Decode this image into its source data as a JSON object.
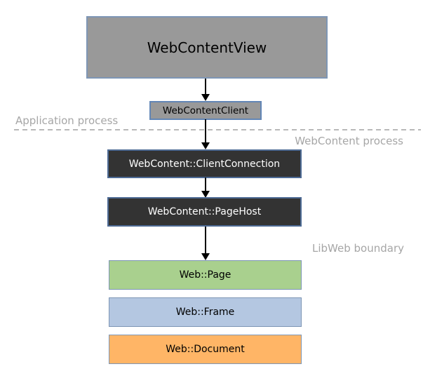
{
  "diagram": {
    "nodes": {
      "web_content_view": {
        "label": "WebContentView",
        "fill": "#999999",
        "border": "#7e96b5",
        "text_color": "#000000"
      },
      "web_content_client": {
        "label": "WebContentClient",
        "fill": "#999999",
        "border": "#6286b6",
        "text_color": "#000000"
      },
      "client_connection": {
        "label": "WebContent::ClientConnection",
        "fill": "#333333",
        "border": "#4d6a94",
        "text_color": "#ffffff"
      },
      "page_host": {
        "label": "WebContent::PageHost",
        "fill": "#333333",
        "border": "#4d6a94",
        "text_color": "#ffffff"
      },
      "web_page": {
        "label": "Web::Page",
        "fill": "#a9d08e",
        "border": "#7e96b5",
        "text_color": "#000000"
      },
      "web_frame": {
        "label": "Web::Frame",
        "fill": "#b4c7e1",
        "border": "#7e96b5",
        "text_color": "#000000"
      },
      "web_document": {
        "label": "Web::Document",
        "fill": "#ffb566",
        "border": "#7e96b5",
        "text_color": "#000000"
      }
    },
    "edges": [
      {
        "from": "WebContentView",
        "to": "WebContentClient"
      },
      {
        "from": "WebContentClient",
        "to": "WebContent::ClientConnection"
      },
      {
        "from": "WebContent::ClientConnection",
        "to": "WebContent::PageHost"
      },
      {
        "from": "WebContent::PageHost",
        "to": "Web::Page"
      }
    ],
    "region_labels": {
      "application_process": "Application process",
      "webcontent_process": "WebContent process",
      "libweb_boundary": "LibWeb boundary"
    },
    "colors": {
      "region_label_text": "#a6a6a6",
      "boundary_line": "#b8b8b8",
      "arrow": "#000000",
      "background": "#ffffff"
    }
  }
}
